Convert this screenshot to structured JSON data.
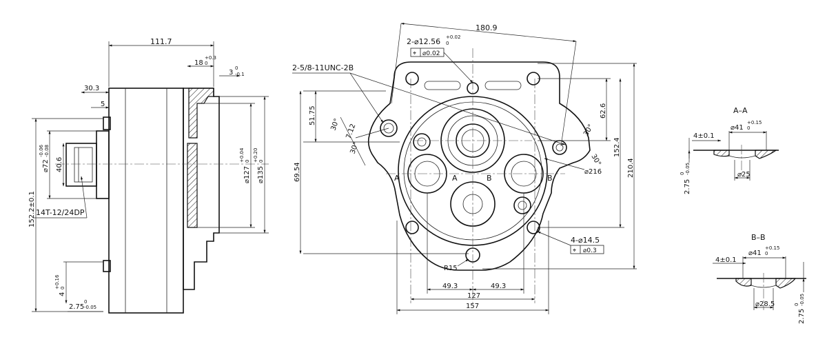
{
  "left_view": {
    "dim_length": "111.7",
    "dim_flange": "18",
    "dim_flange_tol": "+0.3",
    "dim_flange_tol_low": "0",
    "dim_face": "3",
    "dim_face_tol": "0",
    "dim_face_tol_low": "-0.1",
    "dim_shaft_len": "30.3",
    "dim_key": "5",
    "dim_pilot": "⌀72",
    "dim_pilot_tol": "-0.06",
    "dim_pilot_tol_low": "-0.08",
    "dim_spline": "40.6",
    "dim_body": "152.2±0.1",
    "dim_bore": "⌀127",
    "dim_bore_tol": "+0.04",
    "dim_bore_tol_low": "0",
    "dim_outer": "⌀135",
    "dim_outer_tol": "+0.20",
    "dim_outer_tol_low": "0",
    "spline_label": "14T-12/24DP",
    "dim_step": "4",
    "dim_step_tol": "+0.16",
    "dim_step_tol_low": "0",
    "dim_thick": "2.75",
    "dim_thick_tol": "0",
    "dim_thick_tol_low": "-0.05"
  },
  "front_view": {
    "dim_top": "180.9",
    "holes_label": "2-⌀12.56",
    "holes_tol": "+0.02",
    "holes_tol_low": "0",
    "holes_pos_sym": "⌖",
    "holes_pos_val": "⌀0.02",
    "thread_label": "2-5/8-11UNC-2B",
    "dim_a": "51.75",
    "dim_b": "69.54",
    "dim_c": "7.12",
    "dim_angle1": "30°",
    "dim_angle2": "30°",
    "dim_angle3": "30°",
    "dim_angle4": "30°",
    "dim_d": "62.6",
    "dim_e": "152.4",
    "dim_f": "210.4",
    "dim_g": "⌀216",
    "section_a_left": "A",
    "section_a_right": "A",
    "section_b_left": "B",
    "section_b_right": "B",
    "holes2_label": "4-⌀14.5",
    "holes2_pos_sym": "⌖",
    "holes2_pos_val": "⌀0.3",
    "dim_radius": "R15",
    "dim_h1": "49.3",
    "dim_h2": "49.3",
    "dim_h3": "127",
    "dim_h4": "157"
  },
  "section_aa": {
    "title": "A–A",
    "dim_depth": "4±0.1",
    "dim_dia": "⌀41",
    "dim_dia_tol": "+0.15",
    "dim_dia_tol_low": "0",
    "dim_inner": "⌀25",
    "dim_thick": "2.75",
    "dim_thick_tol": "0",
    "dim_thick_tol_low": "-0.05"
  },
  "section_bb": {
    "title": "B–B",
    "dim_depth": "4±0.1",
    "dim_dia": "⌀41",
    "dim_dia_tol": "+0.15",
    "dim_dia_tol_low": "0",
    "dim_inner": "⌀28.5",
    "dim_thick": "2.75",
    "dim_thick_tol": "0",
    "dim_thick_tol_low": "-0.05"
  }
}
